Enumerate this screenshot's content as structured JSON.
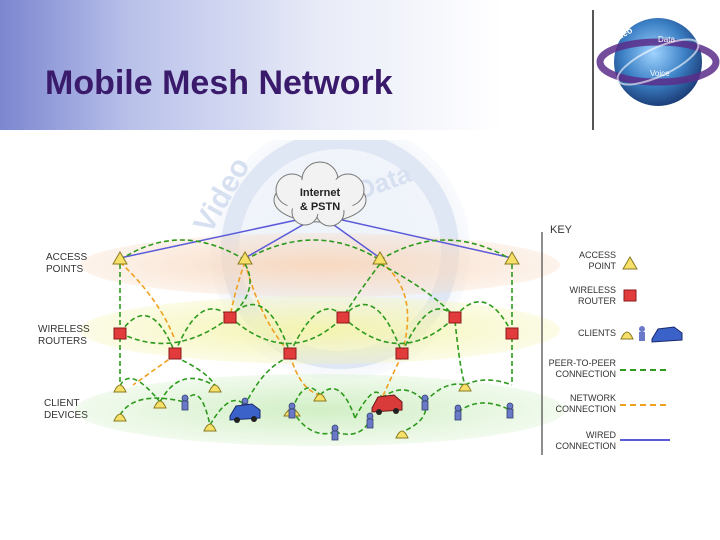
{
  "title": "Mobile Mesh Network",
  "logo": {
    "words": [
      "Video",
      "Data",
      "Voice"
    ]
  },
  "watermark": {
    "words": [
      "Video",
      "Data"
    ]
  },
  "cloud": {
    "line1": "Internet",
    "line2": "& PSTN"
  },
  "tiers": [
    {
      "label_line1": "ACCESS",
      "label_line2": "POINTS"
    },
    {
      "label_line1": "WIRELESS",
      "label_line2": "ROUTERS"
    },
    {
      "label_line1": "CLIENT",
      "label_line2": "DEVICES"
    }
  ],
  "key": {
    "title": "KEY",
    "items": [
      {
        "line1": "ACCESS",
        "line2": "POINT",
        "symbol": "triangle-yellow"
      },
      {
        "line1": "WIRELESS",
        "line2": "ROUTER",
        "symbol": "cube-red"
      },
      {
        "line1": "CLIENTS",
        "line2": "",
        "symbol": "clients"
      },
      {
        "line1": "PEER-TO-PEER",
        "line2": "CONNECTION",
        "symbol": "green-dash"
      },
      {
        "line1": "NETWORK",
        "line2": "CONNECTION",
        "symbol": "orange-dash"
      },
      {
        "line1": "WIRED",
        "line2": "CONNECTION",
        "symbol": "blue-line"
      }
    ]
  },
  "colors": {
    "title": "#3a1a6b",
    "peer_to_peer": "#2e9a1e",
    "network": "#f0a020",
    "wired": "#5a5ad8",
    "ap_band": "#f6dcc6",
    "router_band": "#f3f3b4",
    "client_band": "#d9f0cf"
  }
}
